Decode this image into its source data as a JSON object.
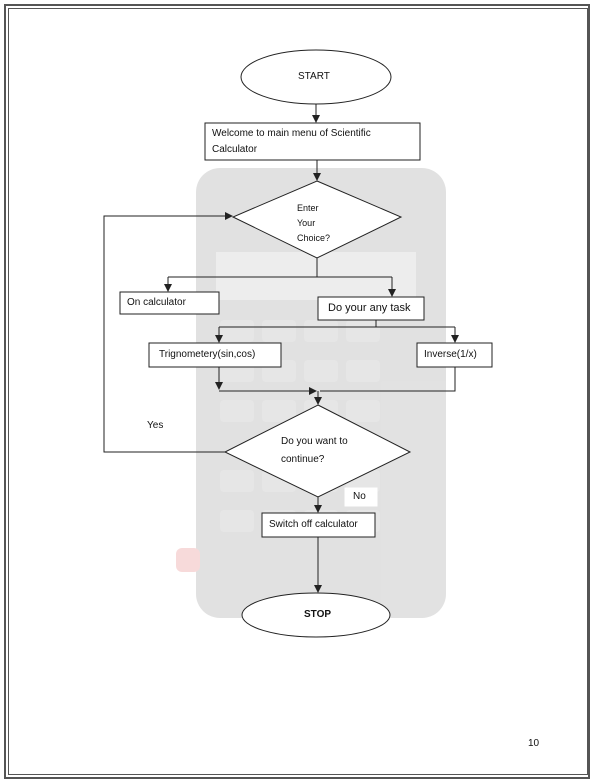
{
  "page_number": "10",
  "flow": {
    "start": "START",
    "welcome_line1": "Welcome to main menu of Scientific",
    "welcome_line2": "Calculator",
    "choice_line1": "Enter",
    "choice_line2": "Your",
    "choice_line3": "Choice?",
    "on_calculator": "On calculator",
    "task": "Do your any task",
    "trig": "Trignometery(sin,cos)",
    "inverse": "Inverse(1/x)",
    "continue_line1": "Do you want to",
    "continue_line2": "continue?",
    "yes": "Yes",
    "no": "No",
    "switch_off": "Switch off calculator",
    "stop": "STOP"
  },
  "colors": {
    "border": "#222222",
    "arrow": "#222222",
    "background_image": "calculator-watermark"
  }
}
